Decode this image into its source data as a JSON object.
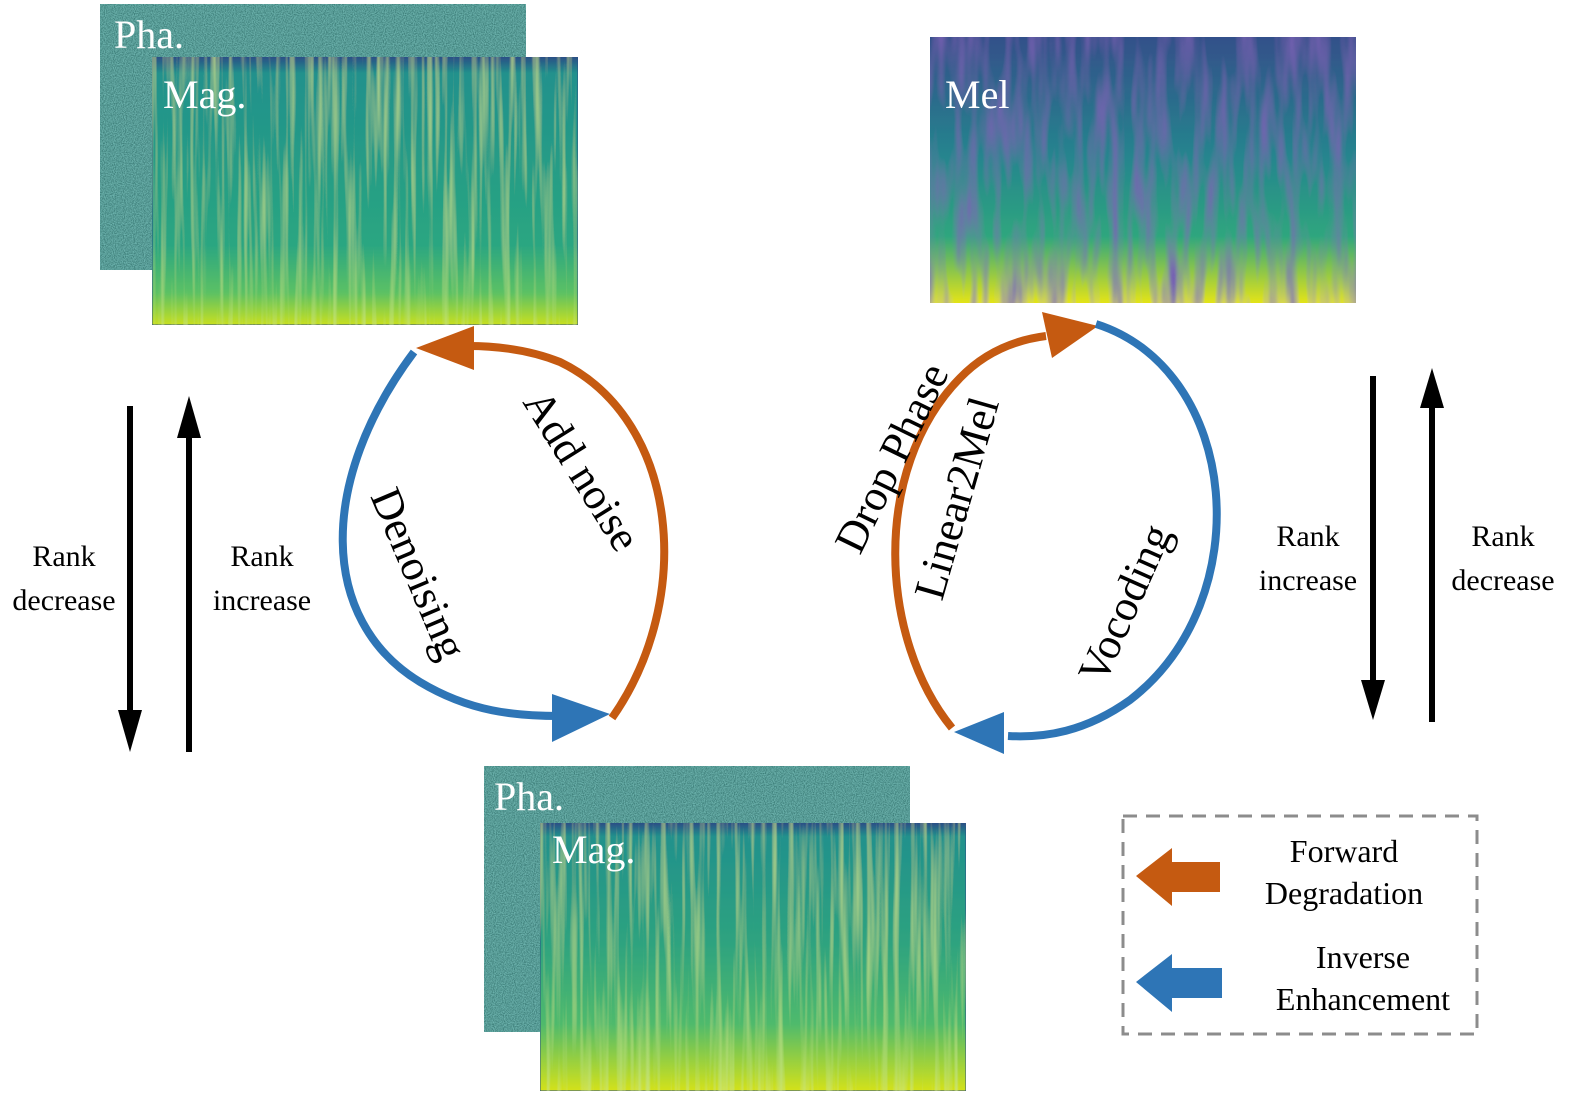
{
  "colors": {
    "forward": "#C55A11",
    "inverse": "#2E75B6",
    "black": "#000000",
    "legend_border": "#8c8c8c"
  },
  "spectrograms": {
    "top_left_phase_label": "Pha.",
    "top_left_mag_label": "Mag.",
    "mel_label": "Mel",
    "bottom_phase_label": "Pha.",
    "bottom_mag_label": "Mag."
  },
  "left_cycle": {
    "forward_label": "Add noise",
    "inverse_label": "Denoising"
  },
  "right_cycle": {
    "forward_label_outer": "Drop Phase",
    "forward_label_inner": "Linear2Mel",
    "inverse_label": "Vocoding"
  },
  "left_arrows": {
    "down_label_line1": "Rank",
    "down_label_line2": "decrease",
    "up_label_line1": "Rank",
    "up_label_line2": "increase"
  },
  "right_arrows": {
    "down_label_line1": "Rank",
    "down_label_line2": "increase",
    "up_label_line1": "Rank",
    "up_label_line2": "decrease"
  },
  "legend": {
    "forward_line1": "Forward",
    "forward_line2": "Degradation",
    "inverse_line1": "Inverse",
    "inverse_line2": "Enhancement"
  }
}
